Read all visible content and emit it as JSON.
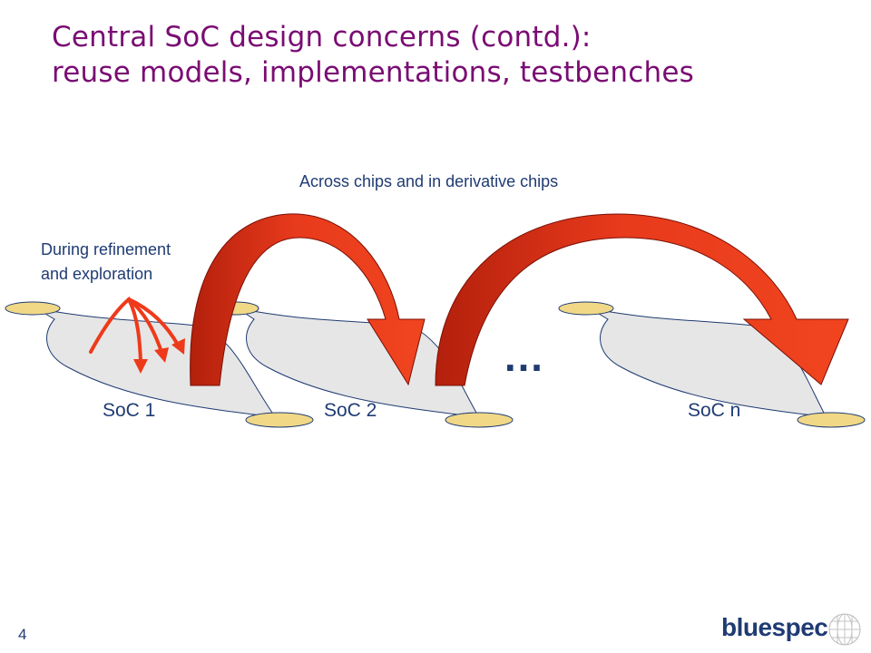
{
  "slide": {
    "title_line1": "Central SoC design concerns (contd.):",
    "title_line2": "reuse models, implementations, testbenches",
    "page_number": "4"
  },
  "diagram": {
    "label_across": "Across chips and in derivative chips",
    "label_during_line1": "During refinement",
    "label_during_line2": "and exploration",
    "socs": [
      "SoC 1",
      "SoC 2",
      "SoC n"
    ],
    "ellipsis": "…"
  },
  "logo": {
    "text": "bluespec"
  },
  "colors": {
    "title": "#7a0c73",
    "text": "#1f3b73",
    "arrow_red": "#e83a1c",
    "arrow_dark": "#b3200c",
    "surface": "#e6e6e6",
    "disc": "#f0d886"
  }
}
